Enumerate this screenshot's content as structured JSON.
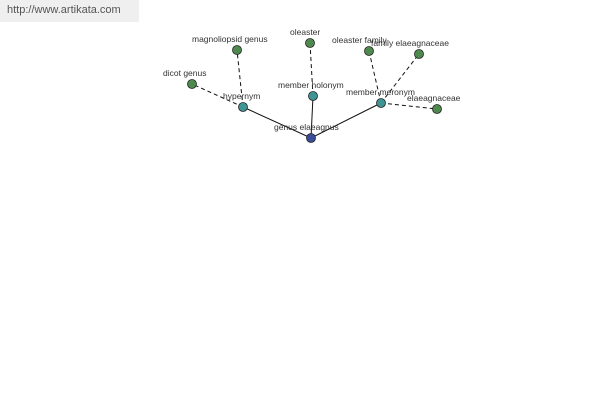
{
  "source": {
    "url_text": "http://www.artikata.com"
  },
  "colors": {
    "root": "#3a4c9c",
    "relation": "#3f9494",
    "term": "#4e8a4e",
    "node_stroke": "#222222",
    "edge": "#111111"
  },
  "graph": {
    "root": {
      "label": "genus elaeagnus"
    },
    "relations": [
      {
        "id": "hypernym",
        "label": "hypernym",
        "terms": [
          "dicot genus",
          "magnoliopsid genus"
        ]
      },
      {
        "id": "holonym",
        "label": "member holonym",
        "terms": [
          "oleaster"
        ]
      },
      {
        "id": "meronym",
        "label": "member meronym",
        "terms": [
          "oleaster family",
          "family elaeagnaceae",
          "elaeagnaceae"
        ]
      }
    ]
  }
}
